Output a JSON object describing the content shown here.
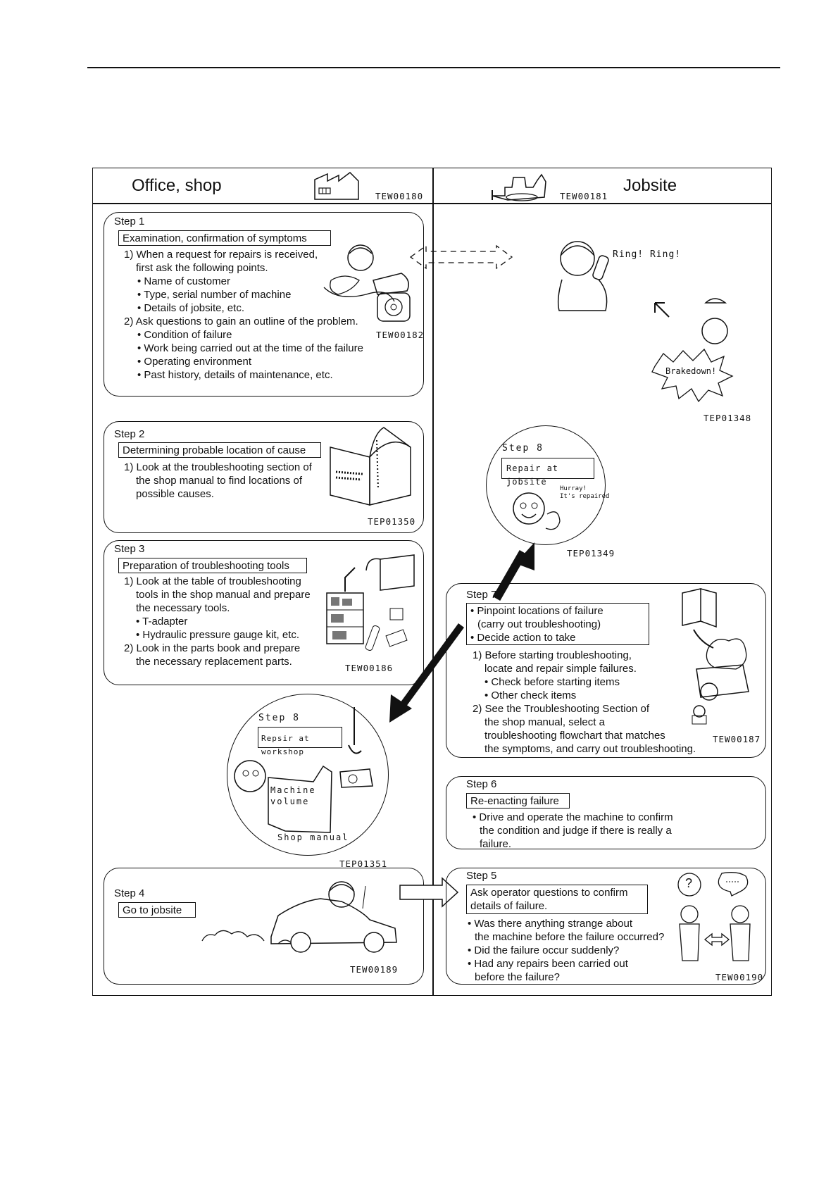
{
  "header": {
    "left_title": "Office, shop",
    "right_title": "Jobsite",
    "left_code": "TEW00180",
    "right_code": "TEW00181"
  },
  "step1": {
    "label": "Step 1",
    "box": "Examination, confirmation of symptoms",
    "lines": [
      "1) When a request for repairs is received,",
      "first ask the following points.",
      "• Name of customer",
      "• Type, serial number of machine",
      "• Details of jobsite, etc.",
      "2) Ask questions to gain an outline of the problem.",
      "• Condition of failure",
      "• Work being carried out at the time of the failure",
      "• Operating environment",
      "• Past history, details of maintenance, etc."
    ],
    "code": "TEW00182"
  },
  "jobsite_top": {
    "ring": "Ring! Ring!",
    "breakdown": "Brakedown!",
    "code": "TEP01348"
  },
  "step2": {
    "label": "Step 2",
    "box": "Determining probable location of cause",
    "lines": [
      "1) Look at the troubleshooting section of",
      "the shop manual to find locations of",
      "possible causes."
    ],
    "code": "TEP01350"
  },
  "step8_jobsite": {
    "label": "Step 8",
    "box": "Repair at jobsite",
    "speech_1": "Hurray!",
    "speech_2": "It's repaired",
    "code": "TEP01349"
  },
  "step3": {
    "label": "Step 3",
    "box": "Preparation of troubleshooting tools",
    "lines": [
      "1) Look at the table of troubleshooting",
      "tools in the shop manual and prepare",
      "the necessary tools.",
      "• T-adapter",
      "• Hydraulic pressure gauge kit, etc.",
      "2) Look in the parts book and prepare",
      "the necessary replacement parts."
    ],
    "code": "TEW00186"
  },
  "step7": {
    "label": "Step 7",
    "box_lines": [
      "• Pinpoint locations of failure",
      "(carry out troubleshooting)",
      "• Decide action to take"
    ],
    "lines": [
      "1) Before starting troubleshooting,",
      "locate and repair simple failures.",
      "• Check before starting items",
      "• Other check items",
      "2) See the Troubleshooting Section of",
      "the shop manual, select a",
      "troubleshooting flowchart that matches",
      "the symptoms, and carry out troubleshooting."
    ],
    "code": "TEW00187"
  },
  "step8_workshop": {
    "label": "Step 8",
    "box": "Repsir at workshop",
    "book_1": "Machine",
    "book_2": "volume",
    "caption": "Shop manual",
    "code": "TEP01351"
  },
  "step6": {
    "label": "Step 6",
    "box": "Re-enacting failure",
    "lines": [
      "• Drive and operate the machine to confirm",
      "the condition and judge if there is really a",
      "failure."
    ]
  },
  "step4": {
    "label": "Step 4",
    "box": "Go to jobsite",
    "code": "TEW00189"
  },
  "step5": {
    "label": "Step 5",
    "box_lines": [
      "Ask operator questions to  confirm",
      "details of  failure."
    ],
    "lines": [
      "• Was there anything strange about",
      "the machine before the failure occurred?",
      "• Did the failure occur suddenly?",
      "• Had any repairs been carried out",
      "before the failure?"
    ],
    "question_mark": "?",
    "code": "TEW00190"
  }
}
